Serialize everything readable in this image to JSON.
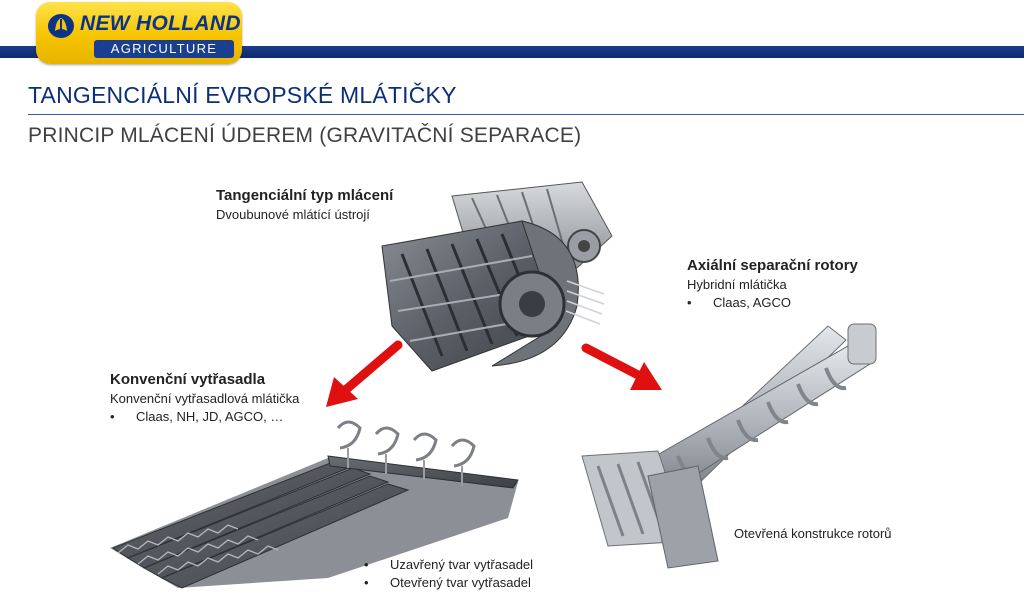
{
  "logo": {
    "brand": "NEW HOLLAND",
    "sub": "AGRICULTURE",
    "colors": {
      "yellow": "#f6c400",
      "blue": "#0b3388"
    }
  },
  "header": {
    "title": "TANGENCIÁLNÍ EVROPSKÉ MLÁTIČKY",
    "subtitle": "PRINCIP MLÁCENÍ ÚDEREM (GRAVITAČNÍ SEPARACE)"
  },
  "tangential": {
    "heading": "Tangenciální typ mlácení",
    "line": "Dvoubunové mlátící ústrojí"
  },
  "axial": {
    "heading": "Axiální separační rotory",
    "line": "Hybridní mlátička",
    "bullet": "Claas, AGCO",
    "caption": "Otevřená konstrukce rotorů"
  },
  "conventional": {
    "heading": "Konvenční vytřasadla",
    "line": "Konvenční vytřasadlová mlátička",
    "bullet": "Claas, NH, JD, AGCO, …",
    "captions": [
      "Uzavřený tvar vytřasadel",
      "Otevřený tvar vytřasadel"
    ]
  },
  "arrow_color": "#e01010"
}
